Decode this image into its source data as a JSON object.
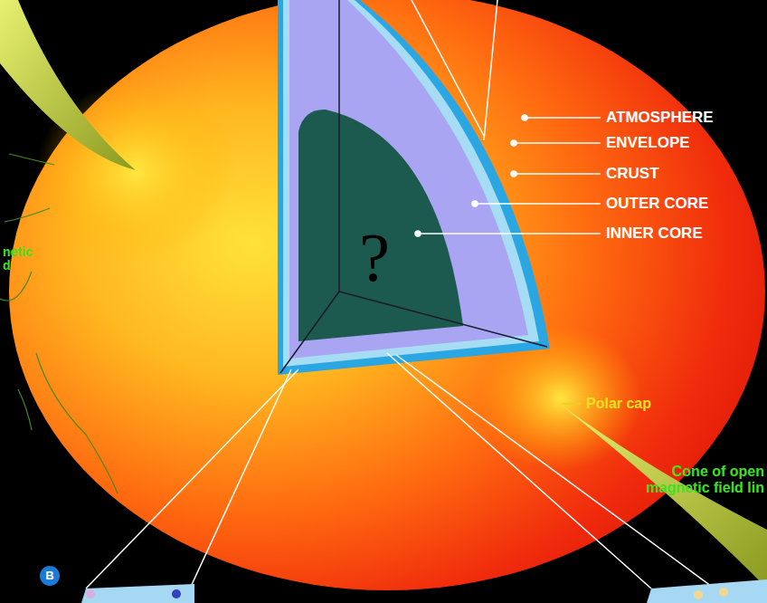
{
  "diagram": {
    "labels": [
      "ATMOSPHERE",
      "ENVELOPE",
      "CRUST",
      "OUTER CORE",
      "INNER CORE",
      "?",
      "netic d",
      "Polar cap",
      "Cone of open magnetic field lin",
      "B"
    ]
  }
}
